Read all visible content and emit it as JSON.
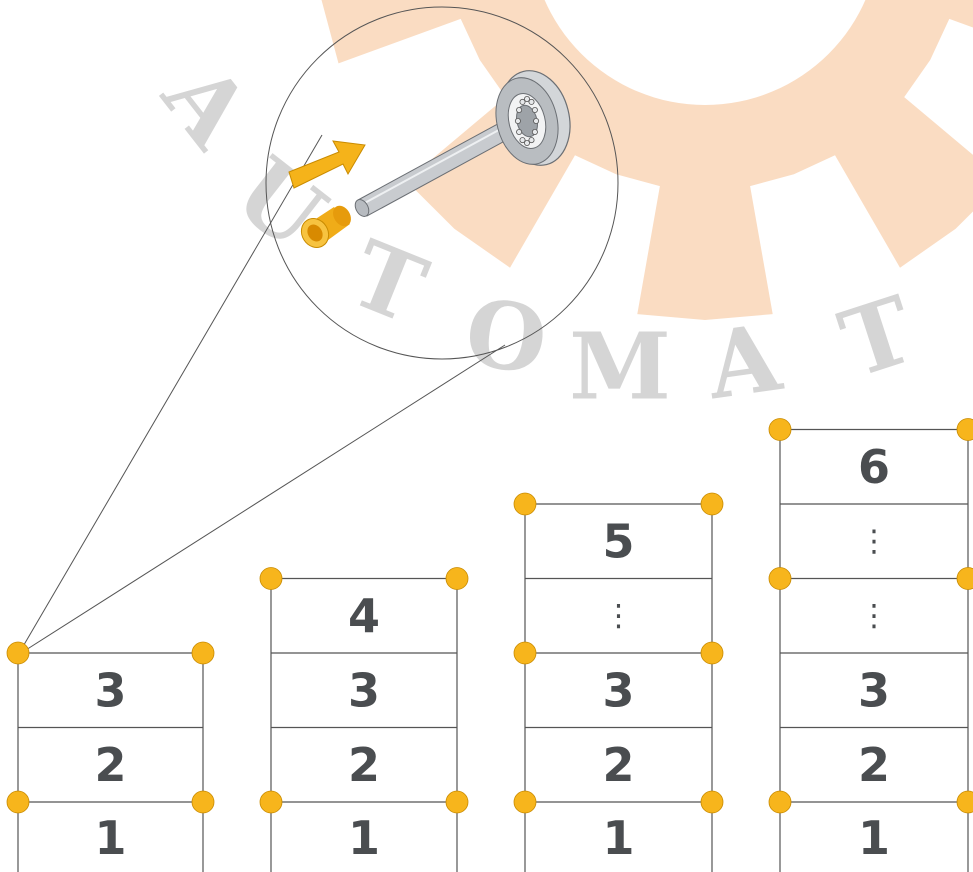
{
  "watermark": {
    "letters": [
      "A",
      "U",
      "T",
      "O",
      "M",
      "A",
      "T"
    ],
    "gear_color": "#fadcc2",
    "text_color": "#d5d5d5"
  },
  "colors": {
    "node": "#f7b51c",
    "node_stroke": "#c98b00",
    "line": "#555555",
    "text": "#4a4d50",
    "arrow": "#f5b31a",
    "bushing": "#f0ac18",
    "shaft": "#c8cbcf"
  },
  "columns": [
    {
      "cells": [
        "3",
        "2",
        "1"
      ],
      "nodes_at": [
        0,
        2
      ]
    },
    {
      "cells": [
        "4",
        "3",
        "2",
        "1"
      ],
      "nodes_at": [
        0,
        3
      ]
    },
    {
      "cells": [
        "5",
        "⋮",
        "3",
        "2",
        "1"
      ],
      "nodes_at": [
        0,
        2,
        4
      ]
    },
    {
      "cells": [
        "6",
        "⋮",
        "⋮",
        "3",
        "2",
        "1"
      ],
      "nodes_at": [
        0,
        2,
        5
      ]
    }
  ],
  "detail": {
    "icons": [
      "arrow-icon",
      "bushing-icon",
      "shaft-icon",
      "roller-icon"
    ]
  }
}
